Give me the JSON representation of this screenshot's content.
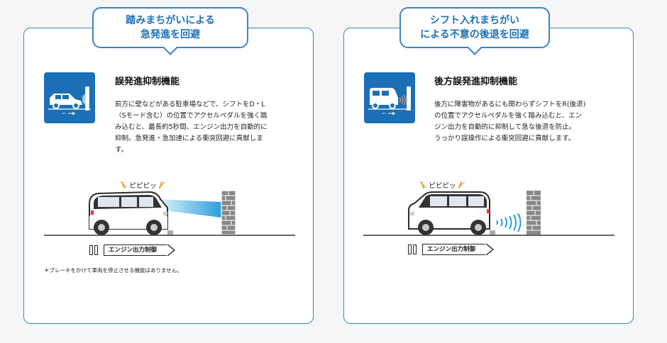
{
  "left": {
    "badge": [
      "踏みまちがいによる",
      "急発進を回避"
    ],
    "icon": "car-wall-icon",
    "title": "誤発進抑制機能",
    "description": "前方に壁などがある駐車場などで、シフトをD・L\n（Sモード含む）の位置でアクセルペダルを強く踏\nみ込むと、最長約5秒間、エンジン出力を自動的に\n抑制。急発進・急加速による衝突回避に貢献しま\nす。",
    "beep": "＼ ピピピッ ／",
    "engine_label": "エンジン出力制御",
    "note": "＊ブレーキをかけて車両を停止させる機能はありません。"
  },
  "right": {
    "badge": [
      "シフト入れまちがい",
      "による不意の後退を回避"
    ],
    "icon": "car-reverse-wall-icon",
    "title": "後方誤発進抑制機能",
    "description": "後方に障害物があるにも関わらずシフトをR(後退)\nの位置でアクセルペダルを強く踏み込むと、エン\nジン出力を自動的に抑制して急な後退を防止。\nうっかり誤操作による衝突回避に貢献します。",
    "beep": "＼ ピピピッ ／",
    "engine_label": "エンジン出力制御"
  },
  "colors": {
    "accent": "#1a6fb5",
    "border": "#3d83c8",
    "beep_mark": "#f0a020",
    "sensor_beam": "#5ab4e6"
  }
}
